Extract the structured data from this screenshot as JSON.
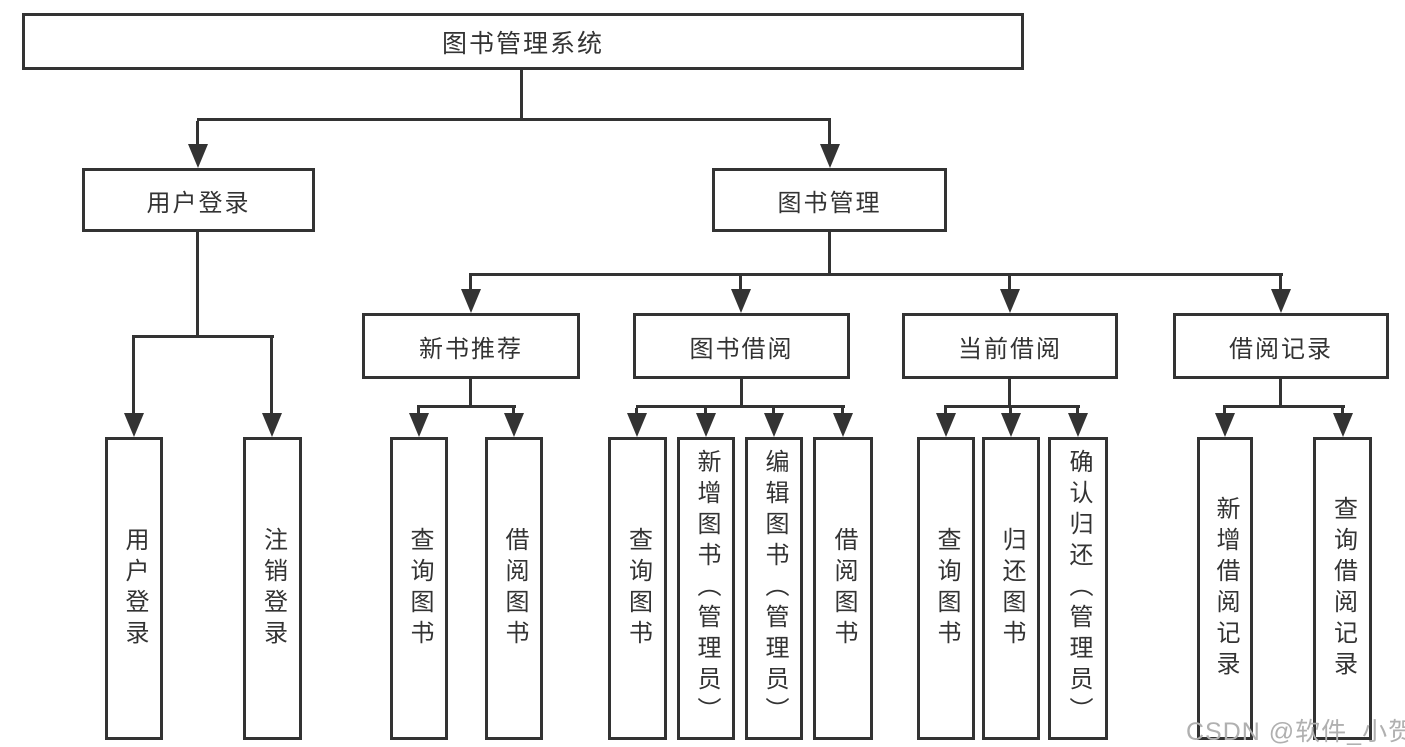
{
  "tree": {
    "label": "图书管理系统",
    "children": [
      {
        "label": "用户登录",
        "children": [
          {
            "label": "用户登录"
          },
          {
            "label": "注销登录"
          }
        ]
      },
      {
        "label": "图书管理",
        "children": [
          {
            "label": "新书推荐",
            "children": [
              {
                "label": "查询图书"
              },
              {
                "label": "借阅图书"
              }
            ]
          },
          {
            "label": "图书借阅",
            "children": [
              {
                "label": "查询图书"
              },
              {
                "label": "新增图书（管理员）"
              },
              {
                "label": "编辑图书（管理员）"
              },
              {
                "label": "借阅图书"
              }
            ]
          },
          {
            "label": "当前借阅",
            "children": [
              {
                "label": "查询图书"
              },
              {
                "label": "归还图书"
              },
              {
                "label": "确认归还（管理员）"
              }
            ]
          },
          {
            "label": "借阅记录",
            "children": [
              {
                "label": "新增借阅记录"
              },
              {
                "label": "查询借阅记录"
              }
            ]
          }
        ]
      }
    ]
  },
  "watermark": {
    "text": "CSDN @软件_小贺同学"
  },
  "colors": {
    "line": "#333333",
    "text": "#333333",
    "background": "#ffffff",
    "watermark": "#b0b0b0"
  }
}
